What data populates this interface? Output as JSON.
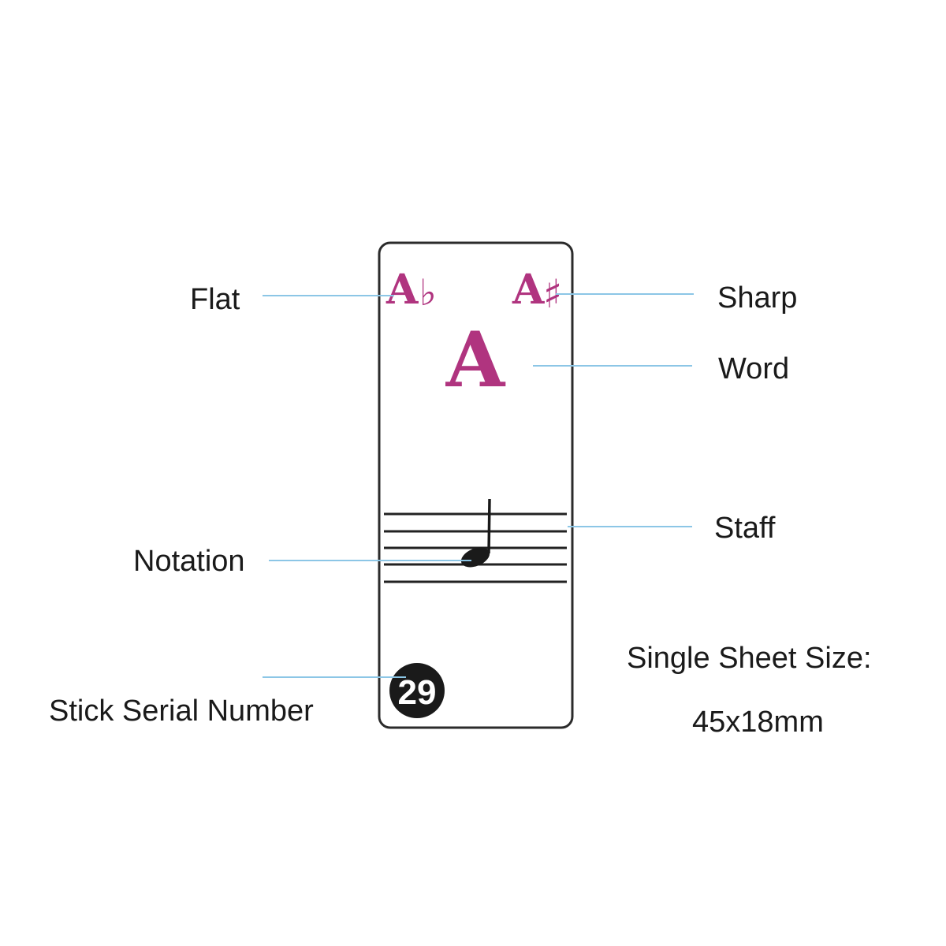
{
  "sticker": {
    "main_letter": "A",
    "flat_letter": "A",
    "flat_symbol": "♭",
    "sharp_letter": "A",
    "sharp_symbol": "♯",
    "serial_number": "29",
    "size_title": "Single Sheet Size:",
    "size_value": "45x18mm"
  },
  "labels": {
    "flat": "Flat",
    "sharp": "Sharp",
    "word": "Word",
    "staff": "Staff",
    "notation": "Notation",
    "serial": "Stick Serial Number"
  },
  "colors": {
    "note_color": "#b0347f",
    "leader_color": "#8cc6e6",
    "badge_color": "#1a1a1a"
  }
}
